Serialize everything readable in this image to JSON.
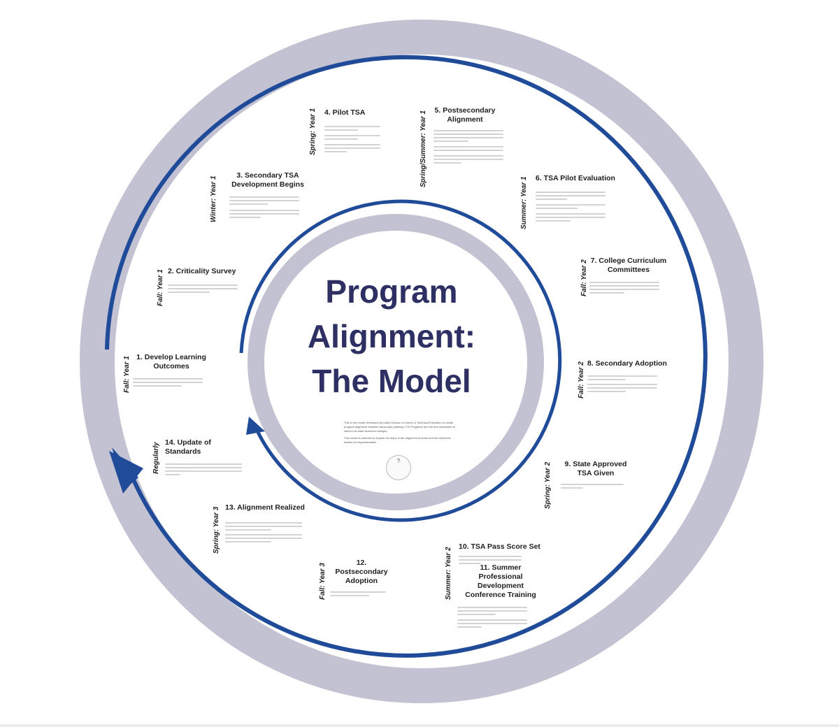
{
  "title": {
    "line1": "Program",
    "line2": "Alignment:",
    "line3": "The Model"
  },
  "intro": {
    "paragraph1": "This is the model developed by Idaho Division of Career & Technical Education to create program alignment between secondary pathway CTE Programs and the first semesters at Idaho's six state technical colleges.",
    "paragraph2": "This model is intended to explain the steps in the alignment process and the ideal time frames for implementation."
  },
  "help": {
    "symbol": "?"
  },
  "steps": [
    {
      "title": "1. Develop Learning Outcomes",
      "time": "Fall: Year 1"
    },
    {
      "title": "2. Criticality Survey",
      "time": "Fall: Year 1"
    },
    {
      "title": "3. Secondary TSA Development Begins",
      "time": "Winter: Year 1"
    },
    {
      "title": "4. Pilot TSA",
      "time": "Spring: Year 1"
    },
    {
      "title": "5. Postsecondary Alignment",
      "time": "Spring/Summer: Year 1"
    },
    {
      "title": "6. TSA Pilot Evaluation",
      "time": "Summer: Year 1"
    },
    {
      "title": "7. College Curriculum Committees",
      "time": "Fall: Year 2"
    },
    {
      "title": "8. Secondary Adoption",
      "time": "Fall: Year 2"
    },
    {
      "title": "9. State Approved TSA Given",
      "time": "Spring: Year 2"
    },
    {
      "title": "10. TSA Pass Score  Set",
      "time": "Summer: Year 2"
    },
    {
      "title": "11. Summer Professional Development Conference Training",
      "time": ""
    },
    {
      "title": "12. Postsecondary Adoption",
      "time": "Fall: Year 3"
    },
    {
      "title": "13. Alignment Realized",
      "time": "Spring: Year 3"
    },
    {
      "title": "14. Update of Standards",
      "time": "Regularly"
    }
  ],
  "colors": {
    "ring": "#c2c2d3",
    "arrow": "#1f4b99",
    "title": "#2e2f63"
  }
}
